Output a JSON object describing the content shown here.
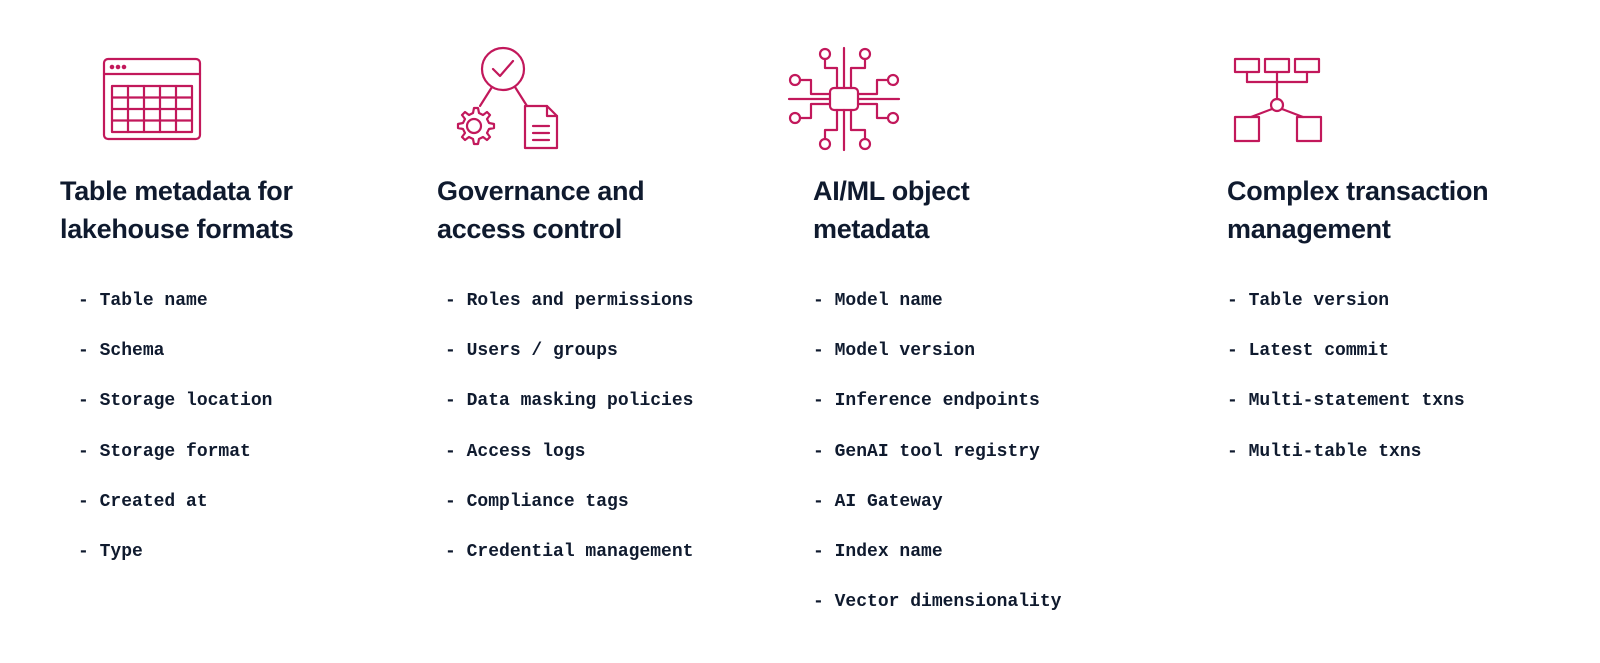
{
  "colors": {
    "accent": "#c2185b",
    "text": "#0f1a2e",
    "background": "#ffffff"
  },
  "columns": [
    {
      "icon": "table-grid-icon",
      "heading": [
        "Table metadata for",
        "lakehouse formats"
      ],
      "items": [
        "Table name",
        "Schema",
        "Storage location",
        "Storage format",
        "Created at",
        "Type"
      ]
    },
    {
      "icon": "governance-gear-document-icon",
      "heading": [
        "Governance and",
        "access control"
      ],
      "items": [
        "Roles and permissions",
        "Users / groups",
        "Data masking policies",
        "Access logs",
        "Compliance tags",
        "Credential management"
      ]
    },
    {
      "icon": "circuit-chip-icon",
      "heading": [
        "AI/ML object",
        "metadata"
      ],
      "items": [
        "Model name",
        "Model version",
        "Inference endpoints",
        "GenAI tool registry",
        "AI Gateway",
        "Index name",
        "Vector dimensionality"
      ]
    },
    {
      "icon": "transaction-hierarchy-icon",
      "heading": [
        "Complex transaction",
        "management"
      ],
      "items": [
        "Table version",
        "Latest commit",
        "Multi-statement txns",
        "Multi-table txns"
      ]
    }
  ]
}
